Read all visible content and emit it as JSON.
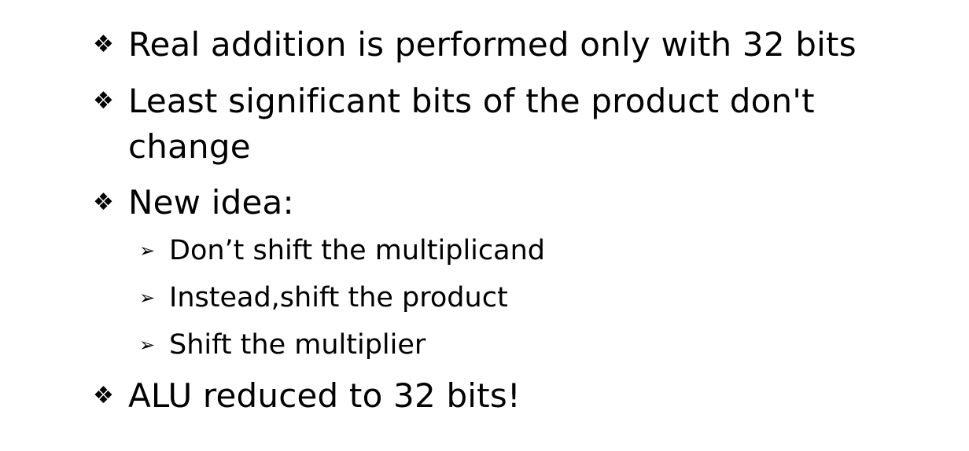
{
  "bullets": [
    {
      "marker": "❖",
      "text": "Real addition is performed only with 32 bits"
    },
    {
      "marker": "❖",
      "text": "Least significant bits of the product don't change"
    },
    {
      "marker": "❖",
      "text": "New idea:"
    },
    {
      "marker": "➢",
      "text": "Don’t shift the multiplicand"
    },
    {
      "marker": "➢",
      "text": "Instead,shift the product"
    },
    {
      "marker": "➢",
      "text": "Shift the multiplier"
    },
    {
      "marker": "❖",
      "text": "ALU reduced to 32 bits!"
    }
  ]
}
